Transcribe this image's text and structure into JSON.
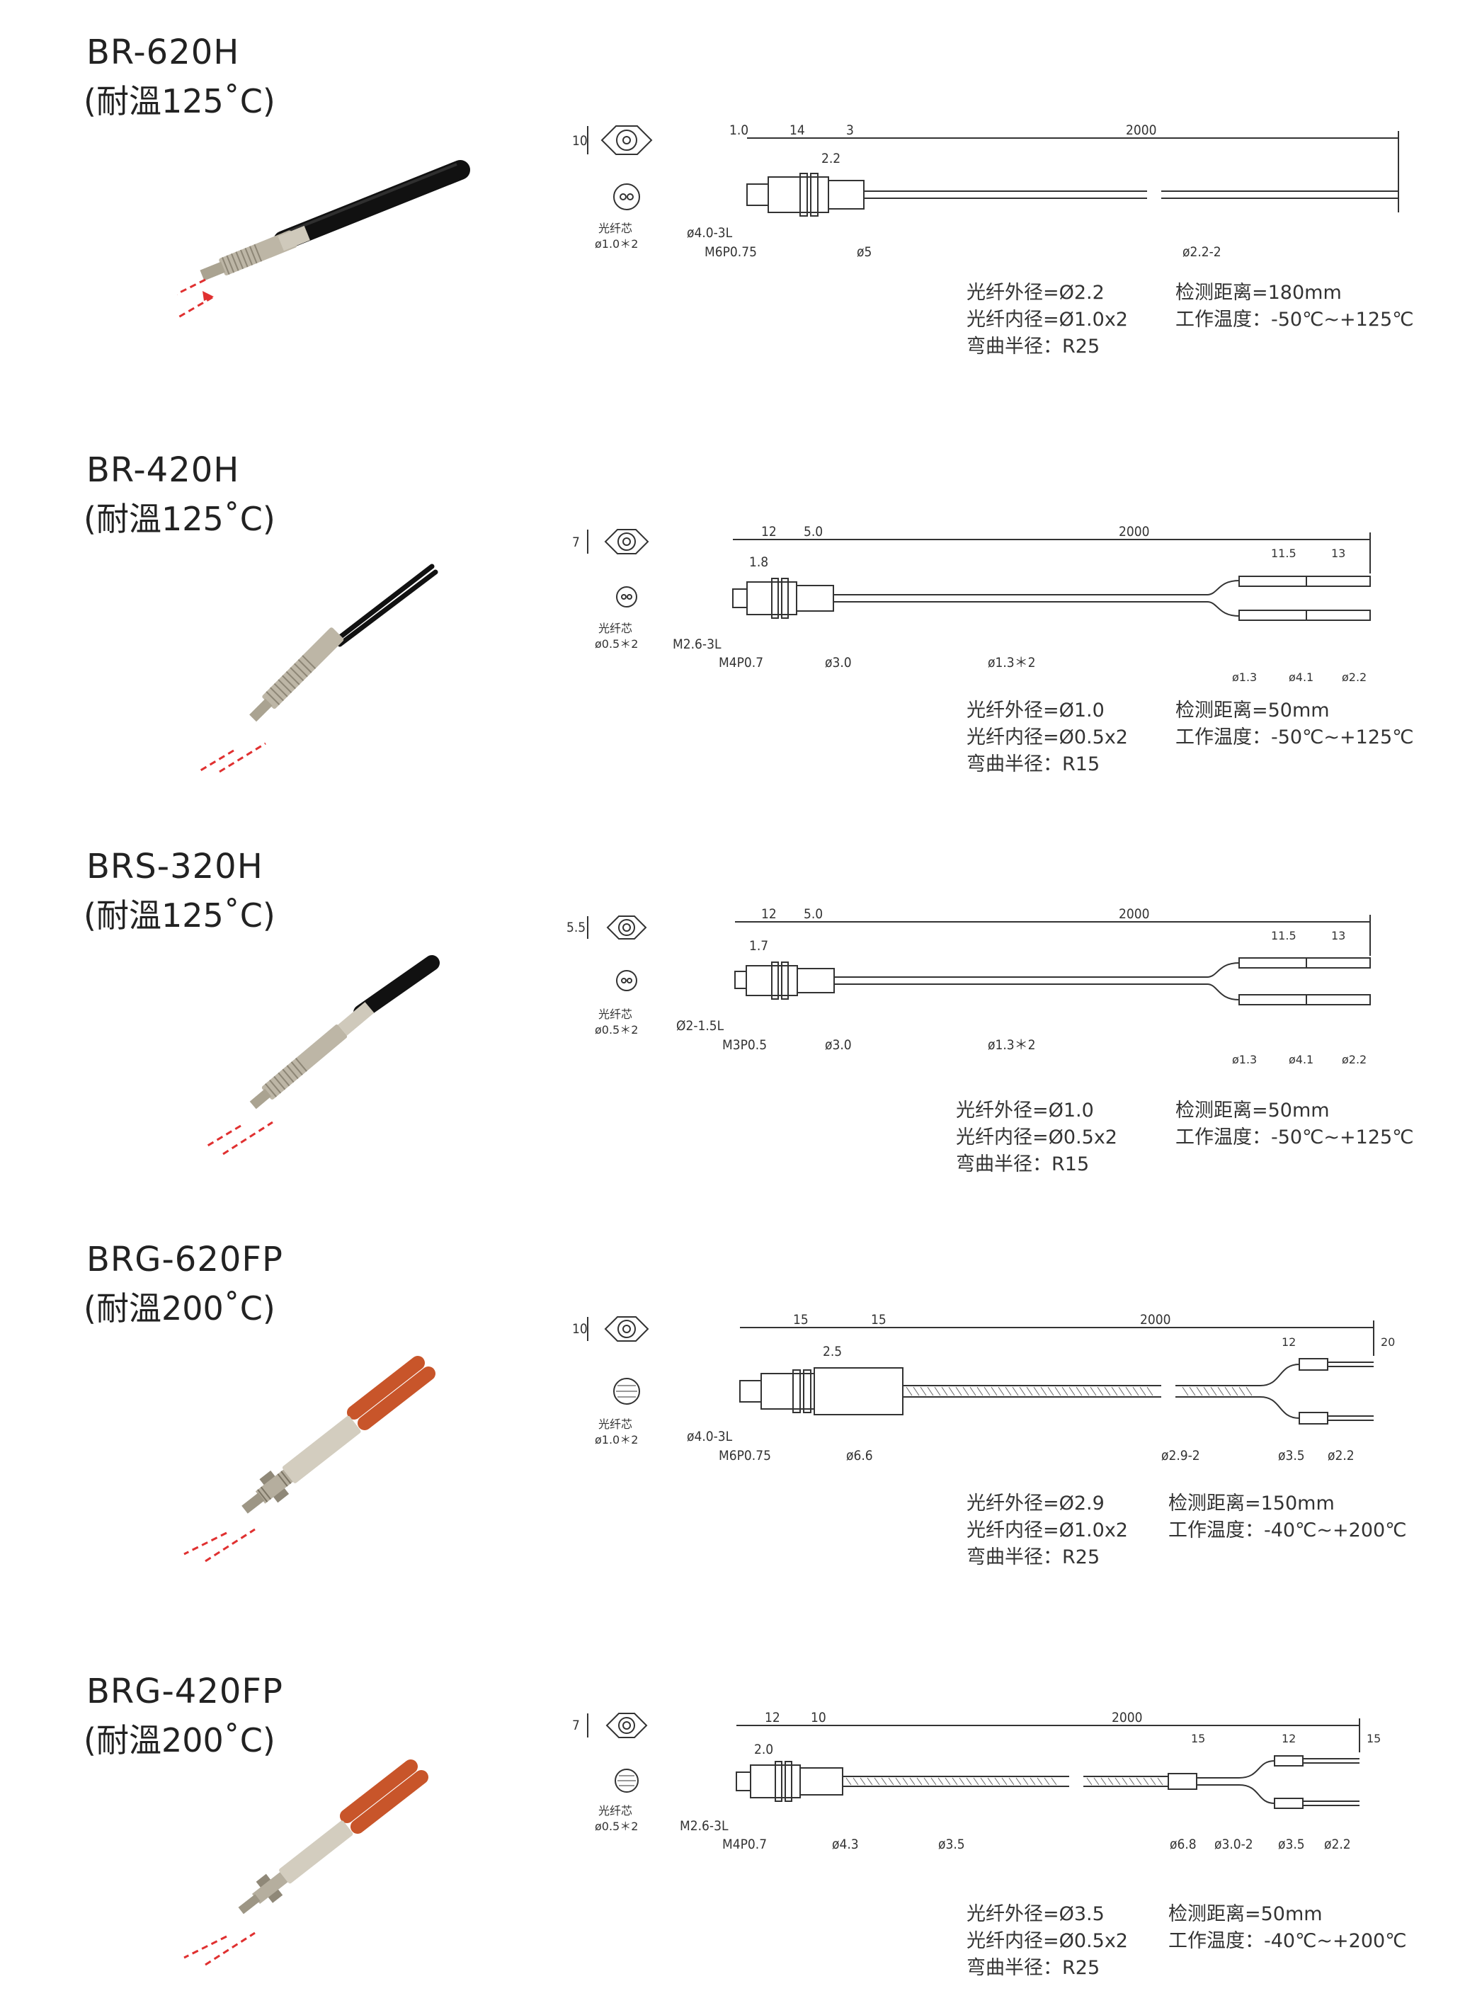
{
  "products": [
    {
      "model": "BR-620H",
      "temp": "(耐溫125˚C)",
      "fiber_type": "black",
      "drawing": {
        "hex_dim": "10",
        "core_label": "光纤芯",
        "core_value": "ø1.0＊2",
        "head_thread": "ø4.0-3L",
        "thread": "M6P0.75",
        "body_dia": "ø5",
        "cable_dia": "ø2.2-2",
        "tip_len": "1.0",
        "body_len": "14",
        "nut_len": "2.2",
        "rear_len": "3",
        "cable_len": "2000",
        "branch_dims": []
      },
      "specs": {
        "outer": "光纤外径=Ø2.2",
        "inner": "光纤内径=Ø1.0x2",
        "bend": "弯曲半径：R25",
        "distance": "检测距离=180mm",
        "temp_range": "工作温度：-50℃~+125℃"
      }
    },
    {
      "model": "BR-420H",
      "temp": "(耐溫125˚C)",
      "fiber_type": "black",
      "drawing": {
        "hex_dim": "7",
        "core_label": "光纤芯",
        "core_value": "ø0.5＊2",
        "head_thread": "M2.6-3L",
        "thread": "M4P0.7",
        "body_dia": "ø3.0",
        "cable_dia": "ø1.3＊2",
        "tip_len": "",
        "body_len": "12",
        "nut_len": "1.8",
        "rear_len": "5.0",
        "cable_len": "2000",
        "branch_dims": [
          "11.5",
          "13",
          "ø1.3",
          "ø4.1",
          "ø2.2"
        ]
      },
      "specs": {
        "outer": "光纤外径=Ø1.0",
        "inner": "光纤内径=Ø0.5x2",
        "bend": "弯曲半径：R15",
        "distance": "检测距离=50mm",
        "temp_range": "工作温度：-50℃~+125℃"
      }
    },
    {
      "model": "BRS-320H",
      "temp": "(耐溫125˚C)",
      "fiber_type": "black",
      "drawing": {
        "hex_dim": "5.5",
        "core_label": "光纤芯",
        "core_value": "ø0.5＊2",
        "head_thread": "Ø2-1.5L",
        "thread": "M3P0.5",
        "body_dia": "ø3.0",
        "cable_dia": "ø1.3＊2",
        "tip_len": "",
        "body_len": "12",
        "nut_len": "1.7",
        "rear_len": "5.0",
        "cable_len": "2000",
        "branch_dims": [
          "11.5",
          "13",
          "ø1.3",
          "ø4.1",
          "ø2.2"
        ]
      },
      "specs": {
        "outer": "光纤外径=Ø1.0",
        "inner": "光纤内径=Ø0.5x2",
        "bend": "弯曲半径：R15",
        "distance": "检测距离=50mm",
        "temp_range": "工作温度：-50℃~+125℃"
      }
    },
    {
      "model": "BRG-620FP",
      "temp": "(耐溫200˚C)",
      "fiber_type": "orange",
      "drawing": {
        "hex_dim": "10",
        "core_label": "光纤芯",
        "core_value": "ø1.0＊2",
        "head_thread": "ø4.0-3L",
        "thread": "M6P0.75",
        "body_dia": "ø6.6",
        "cable_dia": "ø2.9-2",
        "tip_len": "",
        "body_len": "15",
        "nut_len": "2.5",
        "rear_len": "15",
        "cable_len": "2000",
        "branch_dims": [
          "12",
          "20",
          "ø3.5",
          "ø2.2"
        ]
      },
      "specs": {
        "outer": "光纤外径=Ø2.9",
        "inner": "光纤内径=Ø1.0x2",
        "bend": "弯曲半径：R25",
        "distance": "检测距离=150mm",
        "temp_range": "工作温度：-40℃~+200℃"
      }
    },
    {
      "model": "BRG-420FP",
      "temp": "(耐溫200˚C)",
      "fiber_type": "orange",
      "drawing": {
        "hex_dim": "7",
        "core_label": "光纤芯",
        "core_value": "ø0.5＊2",
        "head_thread": "M2.6-3L",
        "thread": "M4P0.7",
        "body_dia": "ø4.3",
        "cable_dia": "ø3.5",
        "tip_len": "",
        "body_len": "12",
        "nut_len": "2.0",
        "rear_len": "10",
        "cable_len": "2000",
        "branch_dims": [
          "15",
          "12",
          "15",
          "ø6.8",
          "ø3.0-2",
          "ø3.5",
          "ø2.2"
        ]
      },
      "specs": {
        "outer": "光纤外径=Ø3.5",
        "inner": "光纤内径=Ø0.5x2",
        "bend": "弯曲半径：R25",
        "distance": "检测距离=50mm",
        "temp_range": "工作温度：-40℃~+200℃"
      }
    }
  ],
  "colors": {
    "fiber_black": "#111111",
    "fiber_orange": "#c8552a",
    "arrow_red": "#e03030",
    "metal": "#b9b2a2",
    "line": "#333333"
  }
}
